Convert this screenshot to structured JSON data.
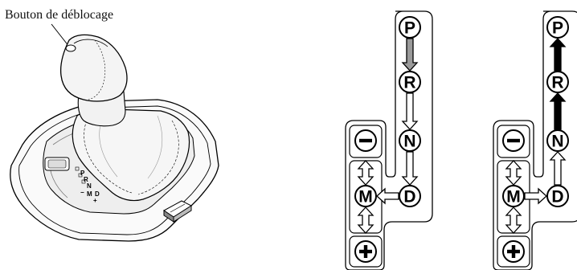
{
  "callout": {
    "label": "Bouton de déblocage"
  },
  "gates": [
    {
      "positions": [
        "P",
        "R",
        "N",
        "D",
        "M"
      ],
      "minus_symbol": "−",
      "plus_symbol": "+",
      "p_to_r_arrow_color": "#9a9a9a",
      "r_to_n_arrow_color": "#ffffff"
    },
    {
      "positions": [
        "P",
        "R",
        "N",
        "D",
        "M"
      ],
      "minus_symbol": "−",
      "plus_symbol": "+",
      "p_to_r_arrow_color": "#000000",
      "r_to_n_arrow_color": "#000000"
    }
  ],
  "colors": {
    "line": "#000000",
    "lever_fill": "#f4f4f4",
    "shade": "#d9d9d9"
  }
}
